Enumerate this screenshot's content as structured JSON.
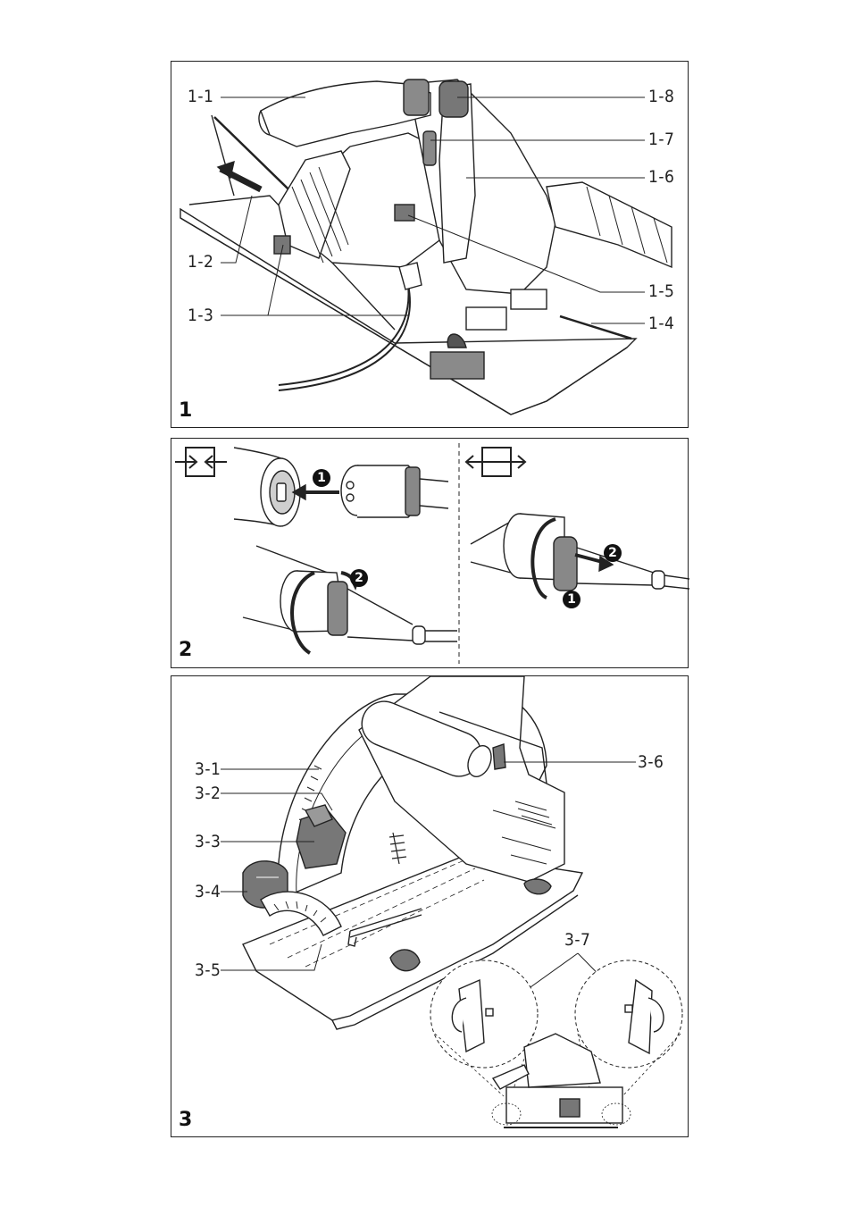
{
  "figure1": {
    "number": "1",
    "callouts": {
      "c1_1": "1-1",
      "c1_2": "1-2",
      "c1_3": "1-3",
      "c1_4": "1-4",
      "c1_5": "1-5",
      "c1_6": "1-6",
      "c1_7": "1-7",
      "c1_8": "1-8"
    }
  },
  "figure2": {
    "number": "2",
    "steps": {
      "one": "1",
      "two": "2"
    }
  },
  "figure3": {
    "number": "3",
    "callouts": {
      "c3_1": "3-1",
      "c3_2": "3-2",
      "c3_3": "3-3",
      "c3_4": "3-4",
      "c3_5": "3-5",
      "c3_6": "3-6",
      "c3_7": "3-7"
    }
  },
  "colors": {
    "line": "#222222",
    "grey": "#9a9a9a",
    "dark_grey": "#6e6e6e"
  }
}
